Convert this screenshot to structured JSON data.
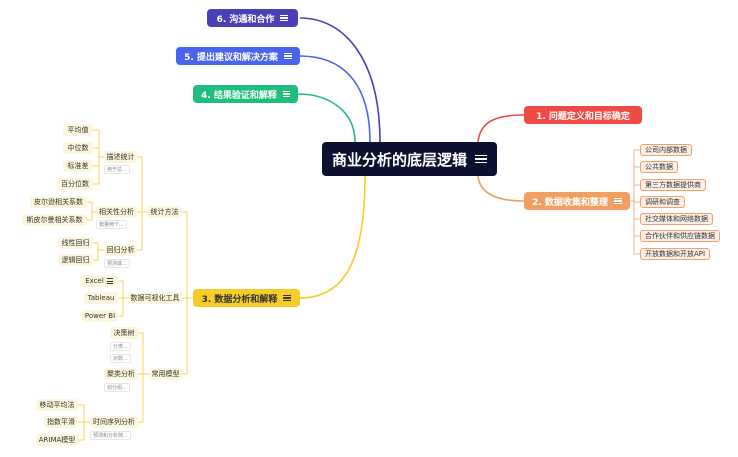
{
  "root": {
    "label": "商业分析的底层逻辑",
    "color": "#0d1030"
  },
  "branches": {
    "b1": {
      "label": "1. 问题定义和目标确定",
      "color": "#f04a45"
    },
    "b2": {
      "label": "2. 数据收集和整理",
      "color": "#f2a061",
      "items": [
        "公司内部数据",
        "公共数据",
        "第三方数据提供商",
        "调研和调查",
        "社交媒体和网络数据",
        "合作伙伴和供应链数据",
        "开放数据和开放API"
      ]
    },
    "b3": {
      "label": "3. 数据分析和解释",
      "color": "#f5cc28",
      "stats": {
        "label": "统计方法",
        "desc": {
          "label": "描述统计",
          "note": "用于总...",
          "items": [
            "平均值",
            "中位数",
            "标准差",
            "百分位数"
          ]
        },
        "corr": {
          "label": "相关性分析",
          "note": "衡量两个...",
          "items": [
            "皮尔逊相关系数",
            "斯皮尔曼相关系数"
          ]
        },
        "reg": {
          "label": "回归分析",
          "note": "预测或...",
          "items": [
            "线性回归",
            "逻辑回归"
          ]
        }
      },
      "viz": {
        "label": "数据可视化工具",
        "items": [
          "Excel",
          "Tableau",
          "Power BI"
        ]
      },
      "models": {
        "label": "常用模型",
        "tree": {
          "label": "决策树",
          "notes": [
            "分类...",
            "对数..."
          ]
        },
        "cluster": {
          "label": "聚类分析",
          "note": "划分组..."
        },
        "ts": {
          "label": "时间序列分析",
          "note": "预测和分析随...",
          "items": [
            "移动平均法",
            "指数平滑",
            "ARIMA模型"
          ]
        }
      }
    },
    "b4": {
      "label": "4. 结果验证和解释",
      "color": "#1fbe7e"
    },
    "b5": {
      "label": "5. 提出建议和解决方案",
      "color": "#4a64f0"
    },
    "b6": {
      "label": "6. 沟通和合作",
      "color": "#4a3fb5"
    }
  },
  "icons": {
    "menu": "menu-lines-icon",
    "excel": "excel-icon"
  },
  "colors": {
    "sub_fill": "#fbf6dd",
    "orange_fill": "#fdeee6"
  }
}
